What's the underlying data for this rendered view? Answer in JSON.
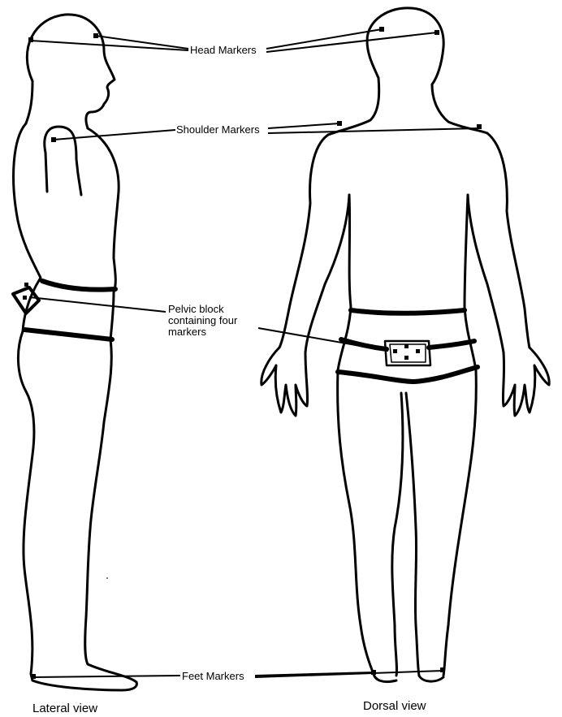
{
  "labels": {
    "head_markers": "Head Markers",
    "shoulder_markers": "Shoulder Markers",
    "pelvic_block": "Pelvic block\ncontaining four\nmarkers",
    "feet_markers": "Feet Markers"
  },
  "views": {
    "lateral": "Lateral view",
    "dorsal": "Dorsal view"
  }
}
